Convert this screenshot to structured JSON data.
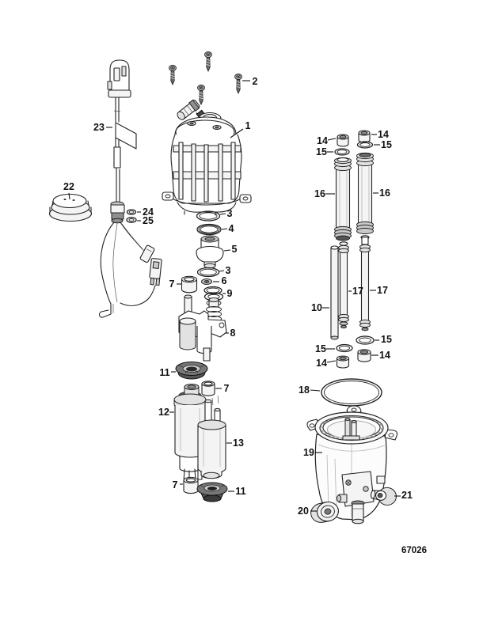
{
  "diagram": {
    "figure_code": "67026"
  },
  "callouts": [
    {
      "label": "2"
    },
    {
      "label": "1"
    },
    {
      "label": "23"
    },
    {
      "label": "22"
    },
    {
      "label": "24"
    },
    {
      "label": "25"
    },
    {
      "label": "3"
    },
    {
      "label": "4"
    },
    {
      "label": "5"
    },
    {
      "label": "3"
    },
    {
      "label": "6"
    },
    {
      "label": "7"
    },
    {
      "label": "9"
    },
    {
      "label": "8"
    },
    {
      "label": "11"
    },
    {
      "label": "7"
    },
    {
      "label": "12"
    },
    {
      "label": "13"
    },
    {
      "label": "7"
    },
    {
      "label": "11"
    },
    {
      "label": "14"
    },
    {
      "label": "15"
    },
    {
      "label": "14"
    },
    {
      "label": "15"
    },
    {
      "label": "16"
    },
    {
      "label": "16"
    },
    {
      "label": "10"
    },
    {
      "label": "17"
    },
    {
      "label": "17"
    },
    {
      "label": "15"
    },
    {
      "label": "14"
    },
    {
      "label": "15"
    },
    {
      "label": "14"
    },
    {
      "label": "18"
    },
    {
      "label": "19"
    },
    {
      "label": "20"
    },
    {
      "label": "21"
    }
  ]
}
